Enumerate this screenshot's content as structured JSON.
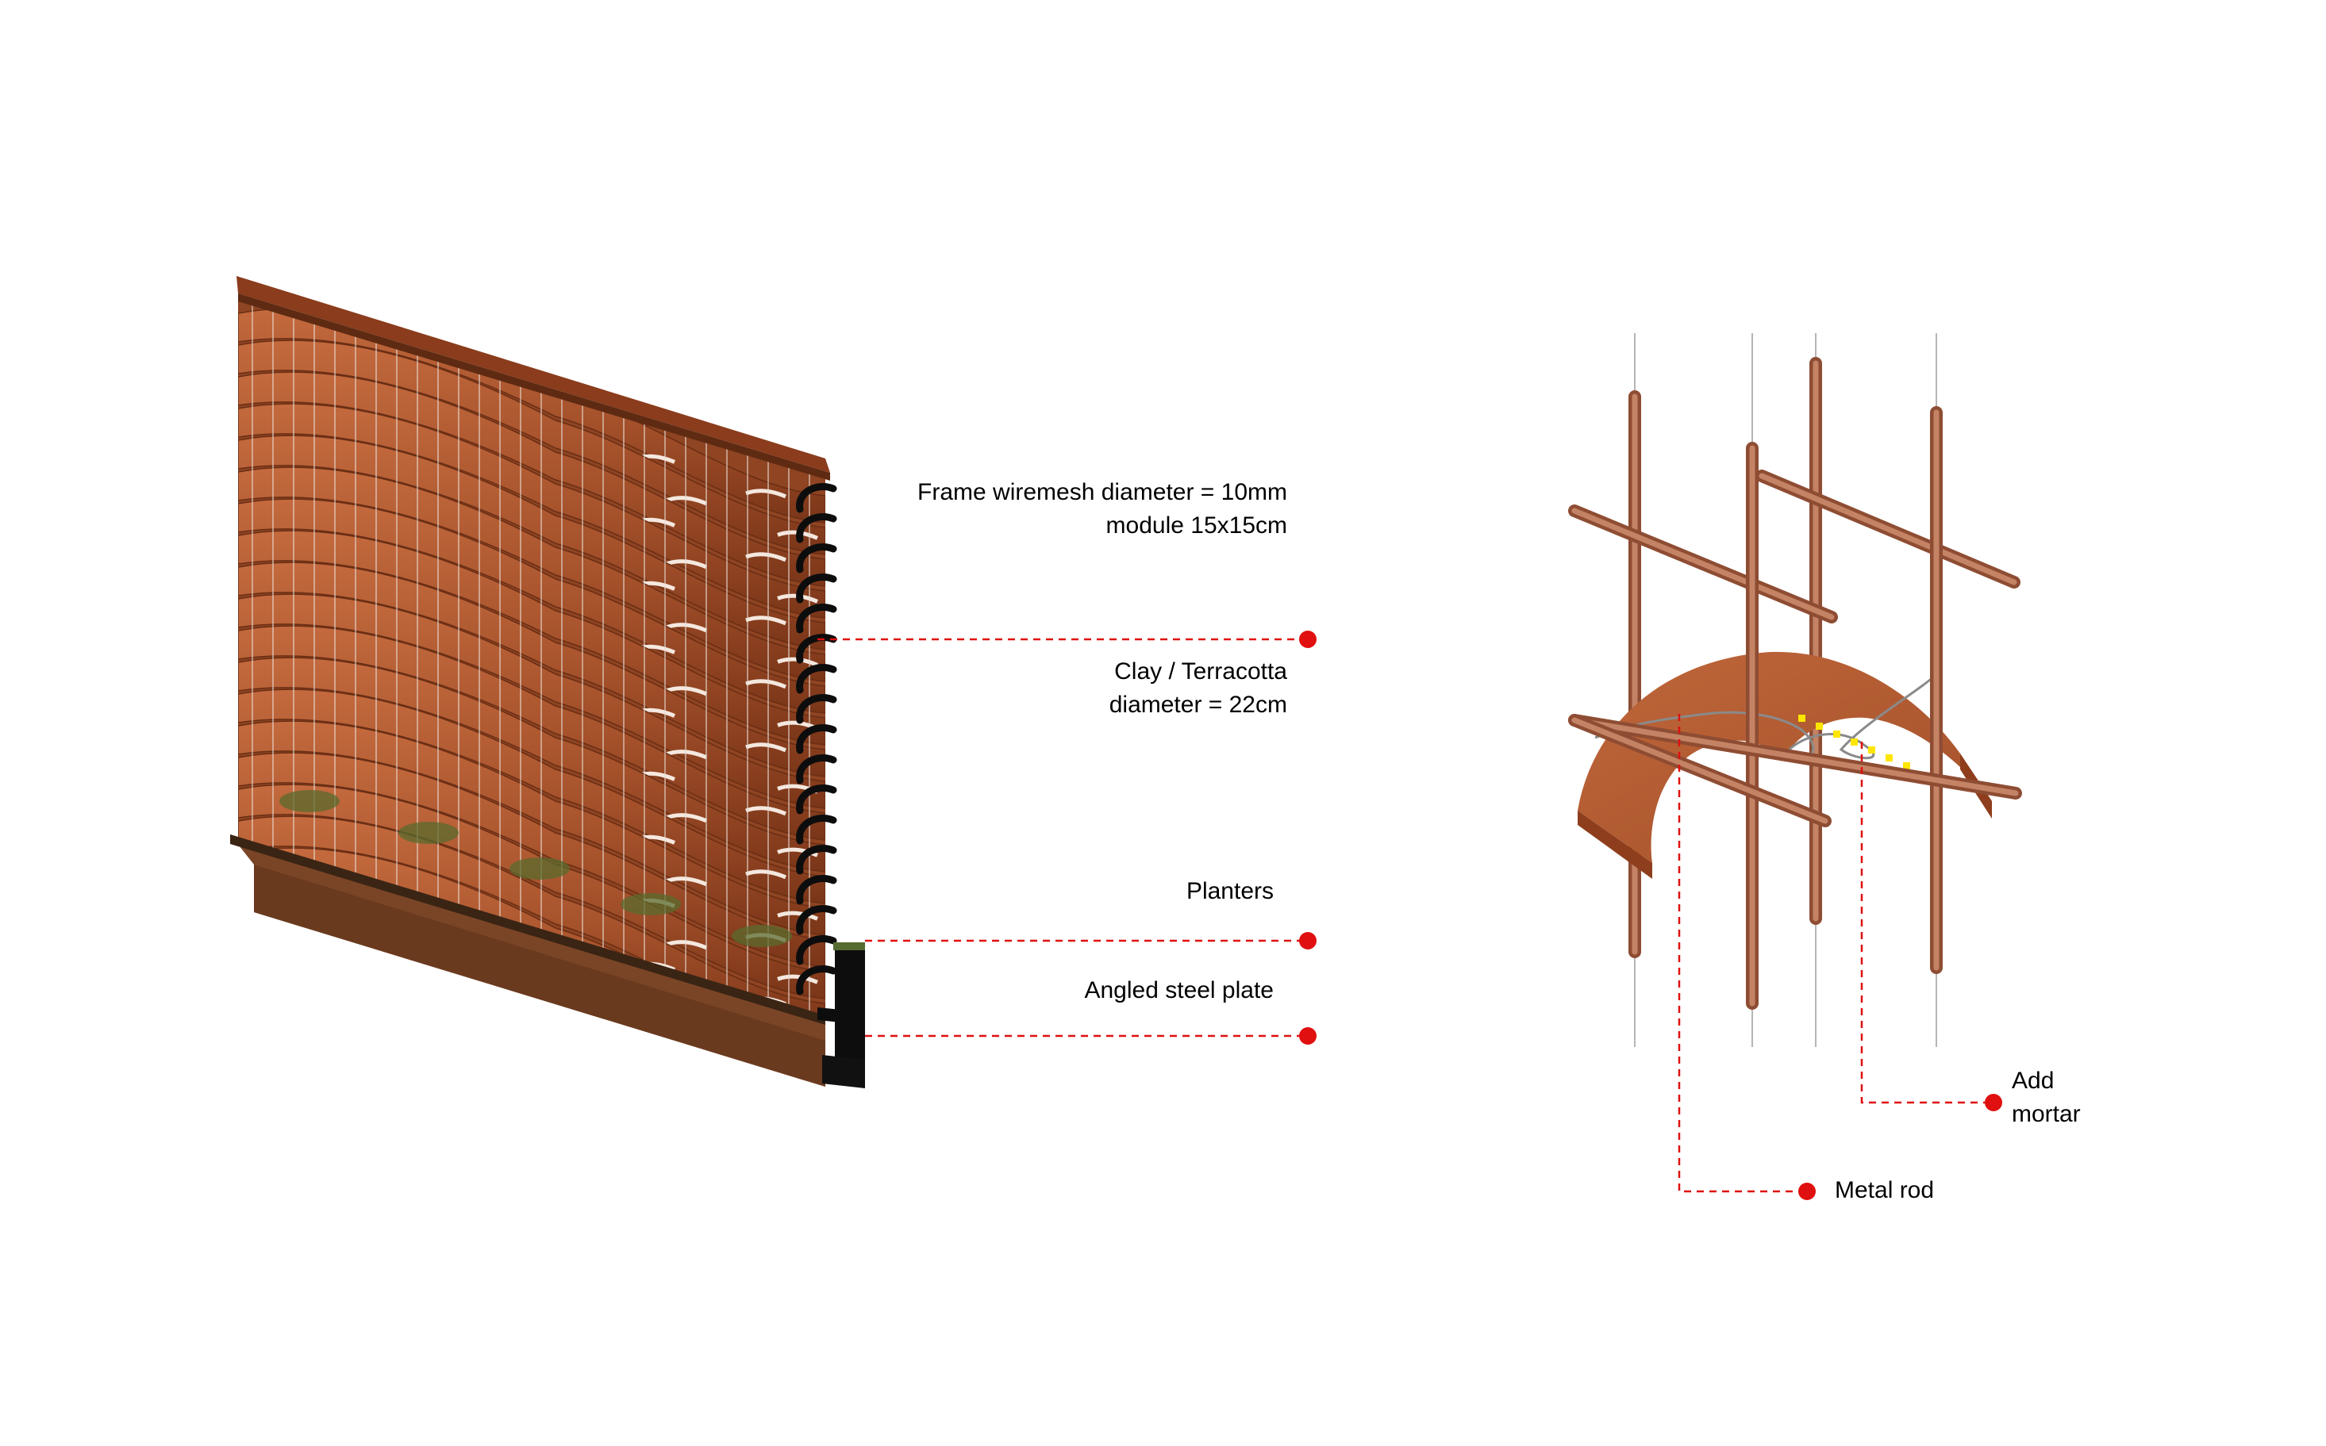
{
  "labels": {
    "frame_line1": "Frame wiremesh diameter = 10mm",
    "frame_line2": "module 15x15cm",
    "clay_line1": "Clay / Terracotta",
    "clay_line2": "diameter = 22cm",
    "planters": "Planters",
    "steel_plate": "Angled steel plate",
    "mortar_line1": "Add",
    "mortar_line2": "mortar",
    "metal_rod": "Metal rod"
  },
  "colors": {
    "terracotta": "#a3502a",
    "terracotta_dark": "#7a3518",
    "terracotta_light": "#c0663a",
    "rod": "#b8704e",
    "rod_dark": "#8e4d33",
    "callout": "#e01010",
    "mortar_dots": "#ffe600",
    "steel": "#0d0d0d",
    "wire": "#8a8a8a"
  }
}
